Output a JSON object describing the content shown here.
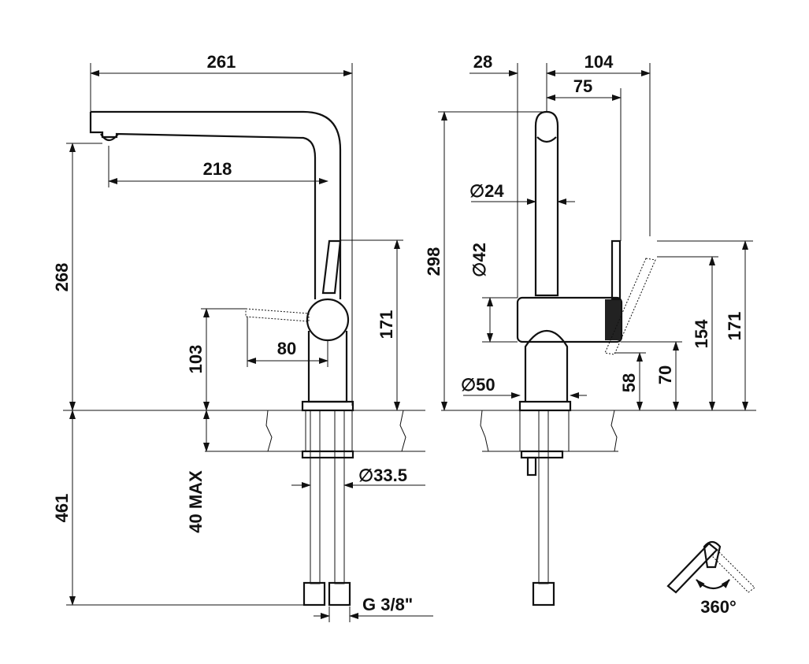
{
  "front_view": {
    "dim_width": "261",
    "dim_reach": "218",
    "dim_height": "268",
    "dim_handle_height": "171",
    "dim_handle_base": "103",
    "dim_handle_reach": "80",
    "dim_hole_diameter": "∅33.5",
    "dim_below_counter": "461",
    "dim_max_thickness": "40 MAX",
    "dim_connection": "G 3/8\""
  },
  "side_view": {
    "dim_offset": "28",
    "dim_depth": "104",
    "dim_spout_offset": "75",
    "dim_total_height": "298",
    "dim_spout_diameter": "∅24",
    "dim_body_diameter": "∅42",
    "dim_base_diameter": "∅50",
    "dim_handle_height_open": "154",
    "dim_handle_height_max": "171",
    "dim_lever_58": "58",
    "dim_lever_70": "70"
  },
  "rotation": {
    "label": "360°"
  }
}
